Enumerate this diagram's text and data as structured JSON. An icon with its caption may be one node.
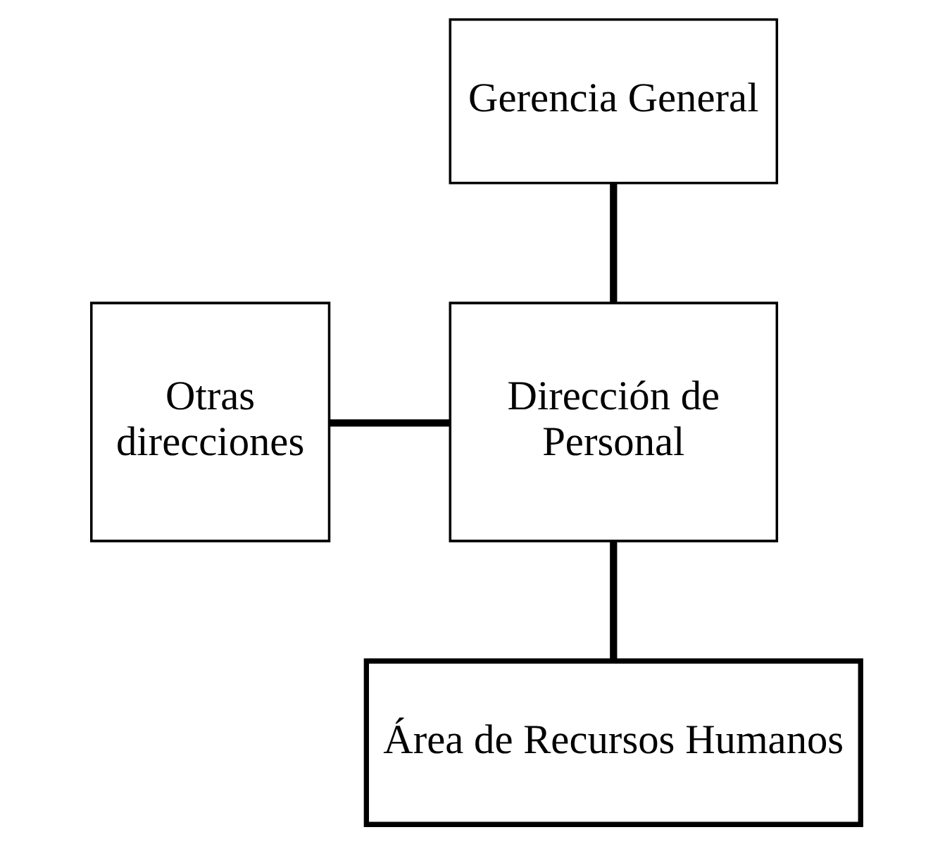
{
  "diagram": {
    "nodes": [
      {
        "text": [
          "Gerencia General"
        ]
      },
      {
        "text": [
          "Otras direcciones"
        ]
      },
      {
        "text": [
          "Dirección de Personal"
        ]
      },
      {
        "text": [
          "Área de Recursos Humanos"
        ]
      }
    ],
    "edges": [
      {
        "from": 0,
        "to": 2,
        "arrow": "none"
      },
      {
        "from": 1,
        "to": 2,
        "arrow": "none"
      },
      {
        "from": 2,
        "to": 3,
        "arrow": "none"
      }
    ]
  }
}
